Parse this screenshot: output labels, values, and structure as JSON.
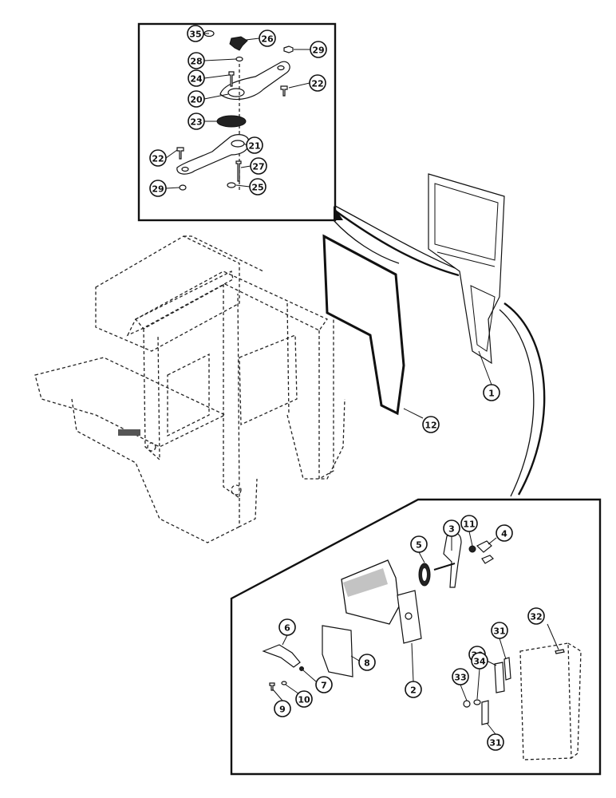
{
  "callouts": [
    {
      "id": "c35",
      "label": "35"
    },
    {
      "id": "c26",
      "label": "26"
    },
    {
      "id": "c29a",
      "label": "29"
    },
    {
      "id": "c28",
      "label": "28"
    },
    {
      "id": "c24",
      "label": "24"
    },
    {
      "id": "c22a",
      "label": "22"
    },
    {
      "id": "c20",
      "label": "20"
    },
    {
      "id": "c23",
      "label": "23"
    },
    {
      "id": "c21",
      "label": "21"
    },
    {
      "id": "c22b",
      "label": "22"
    },
    {
      "id": "c27",
      "label": "27"
    },
    {
      "id": "c29b",
      "label": "29"
    },
    {
      "id": "c25",
      "label": "25"
    },
    {
      "id": "c1",
      "label": "1"
    },
    {
      "id": "c12",
      "label": "12"
    },
    {
      "id": "c5",
      "label": "5"
    },
    {
      "id": "c3",
      "label": "3"
    },
    {
      "id": "c11",
      "label": "11"
    },
    {
      "id": "c4",
      "label": "4"
    },
    {
      "id": "c32",
      "label": "32"
    },
    {
      "id": "c6",
      "label": "6"
    },
    {
      "id": "c8",
      "label": "8"
    },
    {
      "id": "c7",
      "label": "7"
    },
    {
      "id": "c2",
      "label": "2"
    },
    {
      "id": "c30",
      "label": "30"
    },
    {
      "id": "c31a",
      "label": "31"
    },
    {
      "id": "c33",
      "label": "33"
    },
    {
      "id": "c34",
      "label": "34"
    },
    {
      "id": "c9",
      "label": "9"
    },
    {
      "id": "c10",
      "label": "10"
    },
    {
      "id": "c31b",
      "label": "31"
    }
  ]
}
